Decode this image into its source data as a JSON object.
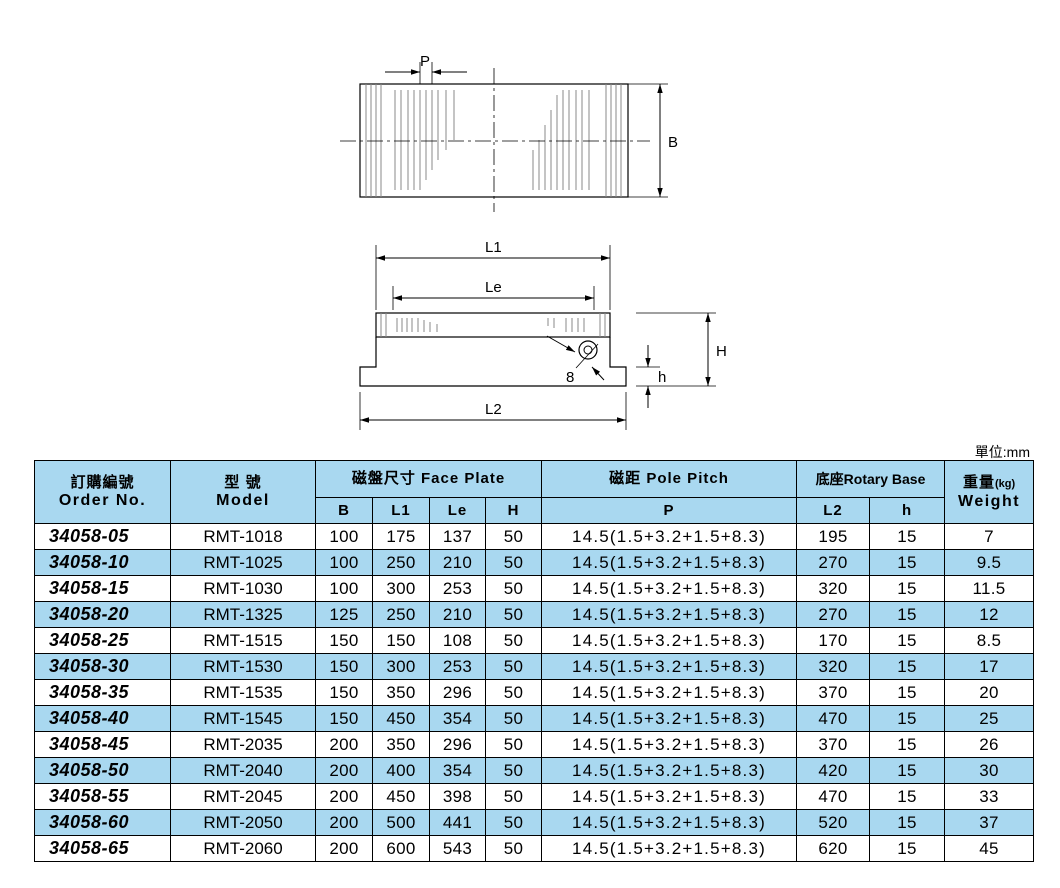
{
  "drawing": {
    "labels": {
      "p": "P",
      "b": "B",
      "l1": "L1",
      "le": "Le",
      "h_upper": "H",
      "h_lower": "h",
      "l2": "L2",
      "eight": "8"
    }
  },
  "unit_label": "單位:mm",
  "table": {
    "headers": {
      "order_zh": "訂購編號",
      "order_en": "Order No.",
      "model_zh": "型 號",
      "model_en": "Model",
      "face_plate": "磁盤尺寸 Face Plate",
      "pole_pitch": "磁距 Pole Pitch",
      "rotary_base": "底座Rotary Base",
      "weight_zh": "重量",
      "weight_unit": "(kg)",
      "weight_en": "Weight",
      "sub_b": "B",
      "sub_l1": "L1",
      "sub_le": "Le",
      "sub_h": "H",
      "sub_p": "P",
      "sub_l2": "L2",
      "sub_h2": "h"
    },
    "rows": [
      {
        "order": "34058-05",
        "model": "RMT-1018",
        "b": "100",
        "l1": "175",
        "le": "137",
        "h": "50",
        "p": "14.5(1.5+3.2+1.5+8.3)",
        "l2": "195",
        "hh": "15",
        "weight": "7"
      },
      {
        "order": "34058-10",
        "model": "RMT-1025",
        "b": "100",
        "l1": "250",
        "le": "210",
        "h": "50",
        "p": "14.5(1.5+3.2+1.5+8.3)",
        "l2": "270",
        "hh": "15",
        "weight": "9.5"
      },
      {
        "order": "34058-15",
        "model": "RMT-1030",
        "b": "100",
        "l1": "300",
        "le": "253",
        "h": "50",
        "p": "14.5(1.5+3.2+1.5+8.3)",
        "l2": "320",
        "hh": "15",
        "weight": "11.5"
      },
      {
        "order": "34058-20",
        "model": "RMT-1325",
        "b": "125",
        "l1": "250",
        "le": "210",
        "h": "50",
        "p": "14.5(1.5+3.2+1.5+8.3)",
        "l2": "270",
        "hh": "15",
        "weight": "12"
      },
      {
        "order": "34058-25",
        "model": "RMT-1515",
        "b": "150",
        "l1": "150",
        "le": "108",
        "h": "50",
        "p": "14.5(1.5+3.2+1.5+8.3)",
        "l2": "170",
        "hh": "15",
        "weight": "8.5"
      },
      {
        "order": "34058-30",
        "model": "RMT-1530",
        "b": "150",
        "l1": "300",
        "le": "253",
        "h": "50",
        "p": "14.5(1.5+3.2+1.5+8.3)",
        "l2": "320",
        "hh": "15",
        "weight": "17"
      },
      {
        "order": "34058-35",
        "model": "RMT-1535",
        "b": "150",
        "l1": "350",
        "le": "296",
        "h": "50",
        "p": "14.5(1.5+3.2+1.5+8.3)",
        "l2": "370",
        "hh": "15",
        "weight": "20"
      },
      {
        "order": "34058-40",
        "model": "RMT-1545",
        "b": "150",
        "l1": "450",
        "le": "354",
        "h": "50",
        "p": "14.5(1.5+3.2+1.5+8.3)",
        "l2": "470",
        "hh": "15",
        "weight": "25"
      },
      {
        "order": "34058-45",
        "model": "RMT-2035",
        "b": "200",
        "l1": "350",
        "le": "296",
        "h": "50",
        "p": "14.5(1.5+3.2+1.5+8.3)",
        "l2": "370",
        "hh": "15",
        "weight": "26"
      },
      {
        "order": "34058-50",
        "model": "RMT-2040",
        "b": "200",
        "l1": "400",
        "le": "354",
        "h": "50",
        "p": "14.5(1.5+3.2+1.5+8.3)",
        "l2": "420",
        "hh": "15",
        "weight": "30"
      },
      {
        "order": "34058-55",
        "model": "RMT-2045",
        "b": "200",
        "l1": "450",
        "le": "398",
        "h": "50",
        "p": "14.5(1.5+3.2+1.5+8.3)",
        "l2": "470",
        "hh": "15",
        "weight": "33"
      },
      {
        "order": "34058-60",
        "model": "RMT-2050",
        "b": "200",
        "l1": "500",
        "le": "441",
        "h": "50",
        "p": "14.5(1.5+3.2+1.5+8.3)",
        "l2": "520",
        "hh": "15",
        "weight": "37"
      },
      {
        "order": "34058-65",
        "model": "RMT-2060",
        "b": "200",
        "l1": "600",
        "le": "543",
        "h": "50",
        "p": "14.5(1.5+3.2+1.5+8.3)",
        "l2": "620",
        "hh": "15",
        "weight": "45"
      }
    ]
  }
}
